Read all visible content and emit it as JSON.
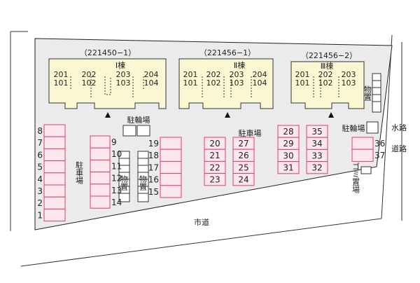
{
  "buildings": [
    {
      "code": "（221450−1）",
      "name": "Ⅰ棟",
      "units_top": [
        "201",
        "202",
        "203",
        "204"
      ],
      "units_bottom": [
        "101",
        "102",
        "103",
        "104"
      ]
    },
    {
      "code": "（221456−1）",
      "name": "Ⅱ棟",
      "units_top": [
        "201",
        "202",
        "203",
        "204"
      ],
      "units_bottom": [
        "101",
        "102",
        "103",
        "104"
      ]
    },
    {
      "code": "（221456−2）",
      "name": "Ⅲ棟",
      "units_top": [
        "201",
        "202",
        "203"
      ],
      "units_bottom": [
        "101",
        "102",
        "103"
      ]
    }
  ],
  "labels": {
    "bicycle_parking": "駐輪場",
    "bicycle_parking_right": "駐輪場",
    "parking_left": "駐車場",
    "parking_center": "駐車場",
    "storage_left": "物置",
    "storage_mid": "物置",
    "storage_right": "物置",
    "garbage": "ゴミ置場",
    "city_road": "市道",
    "waterway": "水路",
    "road": "道路"
  },
  "parking": {
    "col1": [
      "8",
      "7",
      "6",
      "5",
      "4",
      "3",
      "2",
      "1"
    ],
    "col2": [
      "9",
      "10",
      "11",
      "12",
      "13",
      "14"
    ],
    "col3": [
      "19",
      "18",
      "17",
      "16",
      "15"
    ],
    "col4": [
      "20",
      "21",
      "22",
      "23"
    ],
    "col5": [
      "27",
      "26",
      "25",
      "24"
    ],
    "col6": [
      "28",
      "29",
      "30",
      "31"
    ],
    "col7": [
      "35",
      "34",
      "33",
      "32"
    ],
    "col8": [
      "36",
      "37"
    ]
  },
  "colors": {
    "lot": "#ebebeb",
    "building": "#fbf7d3",
    "space_fill": "#fce7ee",
    "space_border": "#e0405f"
  }
}
